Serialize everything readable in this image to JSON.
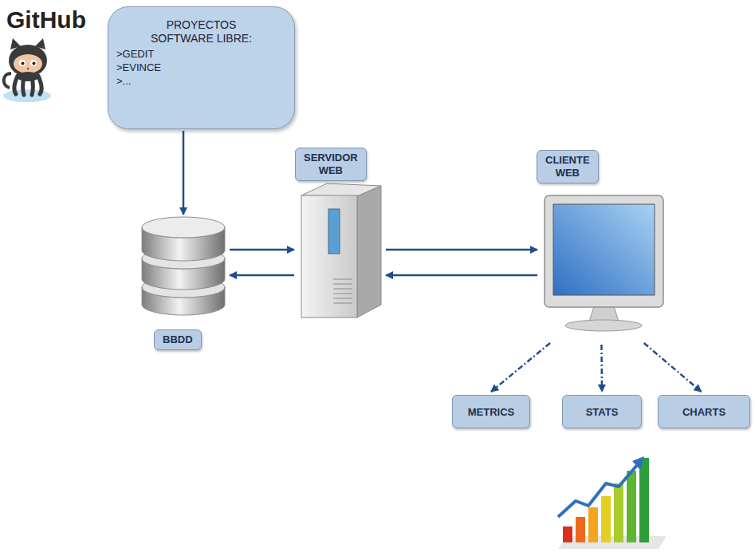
{
  "diagram": {
    "nodes": [
      {
        "text": [
          "PROYECTOS SOFTWARE LIBRE:",
          ">GEDIT",
          ">EVINCE",
          ">..."
        ]
      },
      {
        "text": [
          "BBDD"
        ]
      },
      {
        "text": [
          "SERVIDOR WEB"
        ]
      },
      {
        "text": [
          "CLIENTE WEB"
        ]
      },
      {
        "text": [
          "METRICS"
        ]
      },
      {
        "text": [
          "STATS"
        ]
      },
      {
        "text": [
          "CHARTS"
        ]
      }
    ],
    "edges": [
      {
        "from": 0,
        "to": 1,
        "arrow": "to"
      },
      {
        "from": 1,
        "to": 2,
        "arrow": "to"
      },
      {
        "from": 2,
        "to": 1,
        "arrow": "to"
      },
      {
        "from": 2,
        "to": 3,
        "arrow": "to"
      },
      {
        "from": 3,
        "to": 2,
        "arrow": "to"
      },
      {
        "from": 3,
        "to": 4,
        "arrow": "to"
      },
      {
        "from": 3,
        "to": 5,
        "arrow": "to"
      },
      {
        "from": 3,
        "to": 6,
        "arrow": "to"
      }
    ],
    "labels": [
      "GitHub"
    ]
  }
}
